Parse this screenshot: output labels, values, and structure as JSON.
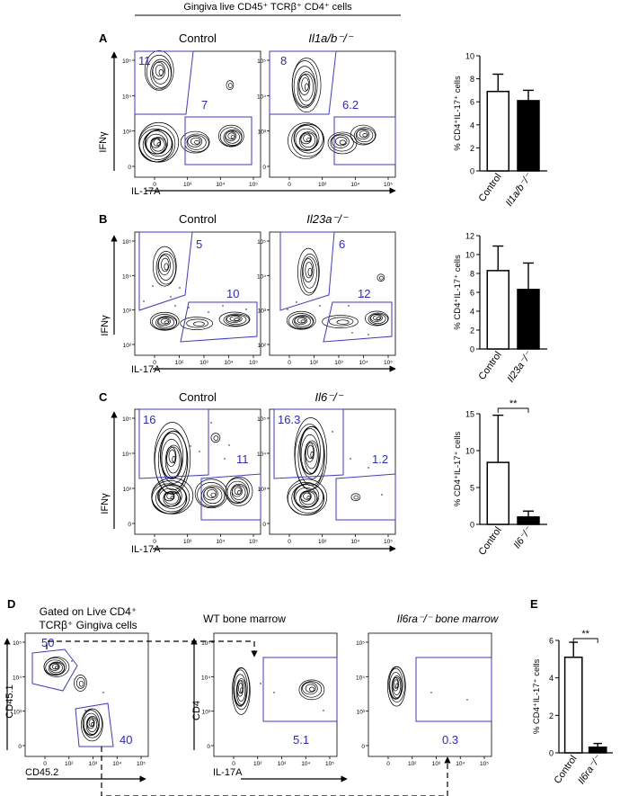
{
  "figure": {
    "header": "Gingiva live CD45⁺ TCRβ⁺ CD4⁺ cells",
    "colors": {
      "gate": "#3a3ad6",
      "gate_text": "#2a2ad0",
      "ink": "#000000",
      "control_fill": "#ffffff",
      "ko_fill": "#000000"
    }
  },
  "panels": {
    "A": {
      "letter": "A",
      "ctrl_title": "Control",
      "ko_title": "Il1a/b⁻/⁻",
      "ctrl_top": "11",
      "ctrl_bot": "7",
      "ko_top": "8",
      "ko_bot": "6.2",
      "y_label": "IFNγ",
      "x_label": "IL-17A"
    },
    "B": {
      "letter": "B",
      "ctrl_title": "Control",
      "ko_title": "Il23a⁻/⁻",
      "ctrl_top": "5",
      "ctrl_bot": "10",
      "ko_top": "6",
      "ko_bot": "12",
      "y_label": "IFNγ",
      "x_label": "IL-17A"
    },
    "C": {
      "letter": "C",
      "ctrl_title": "Control",
      "ko_title": "Il6⁻/⁻",
      "ctrl_top": "16",
      "ctrl_bot": "11",
      "ko_top": "16.3",
      "ko_bot": "1.2",
      "y_label": "IFNγ",
      "x_label": "IL-17A"
    },
    "D": {
      "letter": "D",
      "gate_line1": "Gated on Live CD4⁺",
      "gate_line2": "TCRβ⁺ Gingiva cells",
      "pop1": "50",
      "pop2": "40",
      "y_label": "CD45.1",
      "x_label": "CD45.2",
      "wt_title": "WT  bone marrow",
      "ko_title": "Il6ra⁻/⁻ bone marrow",
      "wt_val": "5.1",
      "ko_val": "0.3",
      "y_label2": "CD4",
      "x_label2": "IL-17A"
    },
    "E": {
      "letter": "E"
    }
  },
  "flow_ticks": {
    "A": {
      "y": [
        "10⁵",
        "10⁴",
        "10³",
        "0"
      ],
      "x": [
        "0",
        "10³",
        "10⁴",
        "10⁵"
      ]
    },
    "B": {
      "y": [
        "10⁵",
        "10⁴",
        "10³",
        "10²"
      ],
      "x": [
        "0",
        "10²",
        "10³",
        "10⁴",
        "10⁵"
      ]
    },
    "C": {
      "y": [
        "10⁵",
        "10⁴",
        "10³",
        "0"
      ],
      "x": [
        "0",
        "10³",
        "10⁴",
        "10⁵"
      ]
    },
    "D": {
      "y": [
        "10⁵",
        "10⁴",
        "10³",
        "0"
      ],
      "x": [
        "0",
        "10²",
        "10³",
        "10⁴",
        "10⁵"
      ]
    }
  },
  "chart_data": [
    {
      "id": "A",
      "type": "bar",
      "categories": [
        "Control",
        "Il1a/b⁻/⁻"
      ],
      "values": [
        6.9,
        6.1
      ],
      "errors": [
        1.5,
        0.9
      ],
      "ylabel": "% CD4⁺IL-17⁺ cells",
      "ylim": [
        0,
        10
      ],
      "yticks": [
        0,
        2,
        4,
        6,
        8,
        10
      ],
      "significance": ""
    },
    {
      "id": "B",
      "type": "bar",
      "categories": [
        "Control",
        "Il23a⁻/⁻"
      ],
      "values": [
        8.3,
        6.3
      ],
      "errors": [
        2.6,
        2.8
      ],
      "ylabel": "% CD4⁺IL-17⁺ cells",
      "ylim": [
        0,
        12
      ],
      "yticks": [
        0,
        2,
        4,
        6,
        8,
        10,
        12
      ],
      "significance": ""
    },
    {
      "id": "C",
      "type": "bar",
      "categories": [
        "Control",
        "Il6⁻/⁻"
      ],
      "values": [
        8.4,
        1.0
      ],
      "errors": [
        6.4,
        0.8
      ],
      "ylabel": "% CD4⁺IL-17⁺ cells",
      "ylim": [
        0,
        15
      ],
      "yticks": [
        0,
        5,
        10,
        15
      ],
      "significance": "**"
    },
    {
      "id": "E",
      "type": "bar",
      "categories": [
        "Control",
        "Il6ra⁻/⁻"
      ],
      "values": [
        5.1,
        0.3
      ],
      "errors": [
        0.8,
        0.2
      ],
      "ylabel": "% CD4⁺IL-17⁺ cells",
      "ylim": [
        0,
        6
      ],
      "yticks": [
        0,
        2,
        4,
        6
      ],
      "significance": "**"
    }
  ]
}
